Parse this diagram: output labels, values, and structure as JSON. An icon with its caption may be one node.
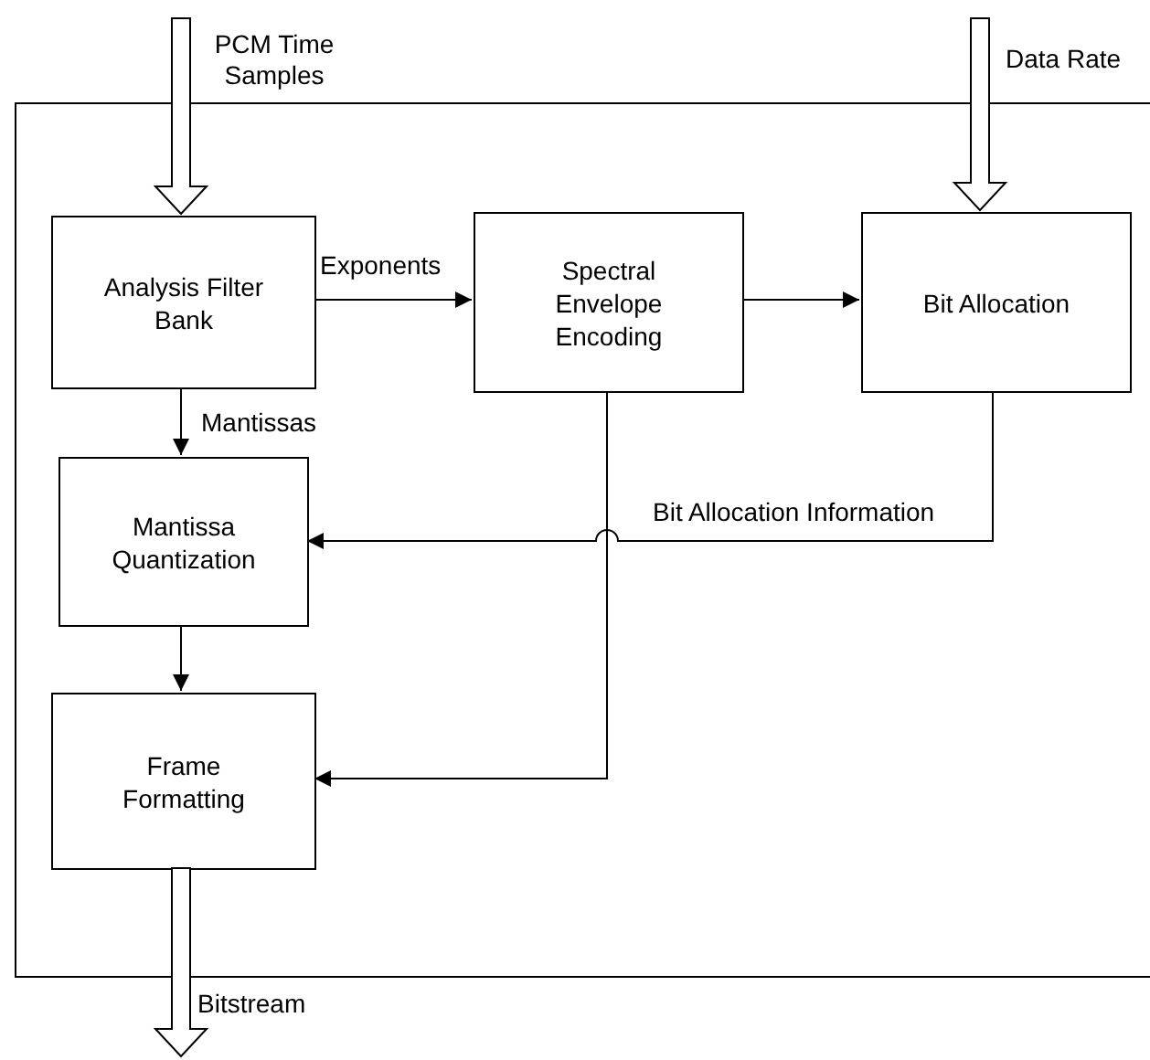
{
  "diagram": {
    "nodes": [
      {
        "text": [],
        "shape": "box"
      },
      {
        "text": [
          "Analysis Filter Bank"
        ],
        "in": 0
      },
      {
        "text": [
          "Spectral Envelope Encoding"
        ],
        "in": 0
      },
      {
        "text": [
          "Bit Allocation"
        ],
        "in": 0
      },
      {
        "text": [
          "Mantissa Quantization"
        ],
        "in": 0
      },
      {
        "text": [
          "Frame Formatting"
        ],
        "in": 0
      }
    ],
    "edges": [
      {
        "from": null,
        "to": 1,
        "arrow": "to",
        "style": "thick",
        "label": "PCM Time Samples"
      },
      {
        "from": null,
        "to": 3,
        "arrow": "to",
        "style": "thick",
        "label": "Data Rate"
      },
      {
        "from": 1,
        "to": 2,
        "arrow": "to",
        "label": "Exponents"
      },
      {
        "from": 2,
        "to": 3,
        "arrow": "to"
      },
      {
        "from": 1,
        "to": 4,
        "arrow": "to",
        "label": "Mantissas"
      },
      {
        "from": 3,
        "to": 4,
        "arrow": "to",
        "label": "Bit Allocation Information"
      },
      {
        "from": 2,
        "to": 5,
        "arrow": "to"
      },
      {
        "from": 4,
        "to": 5,
        "arrow": "to"
      },
      {
        "from": 5,
        "to": null,
        "arrow": "to",
        "style": "thick",
        "label": "Bitstream"
      }
    ]
  }
}
